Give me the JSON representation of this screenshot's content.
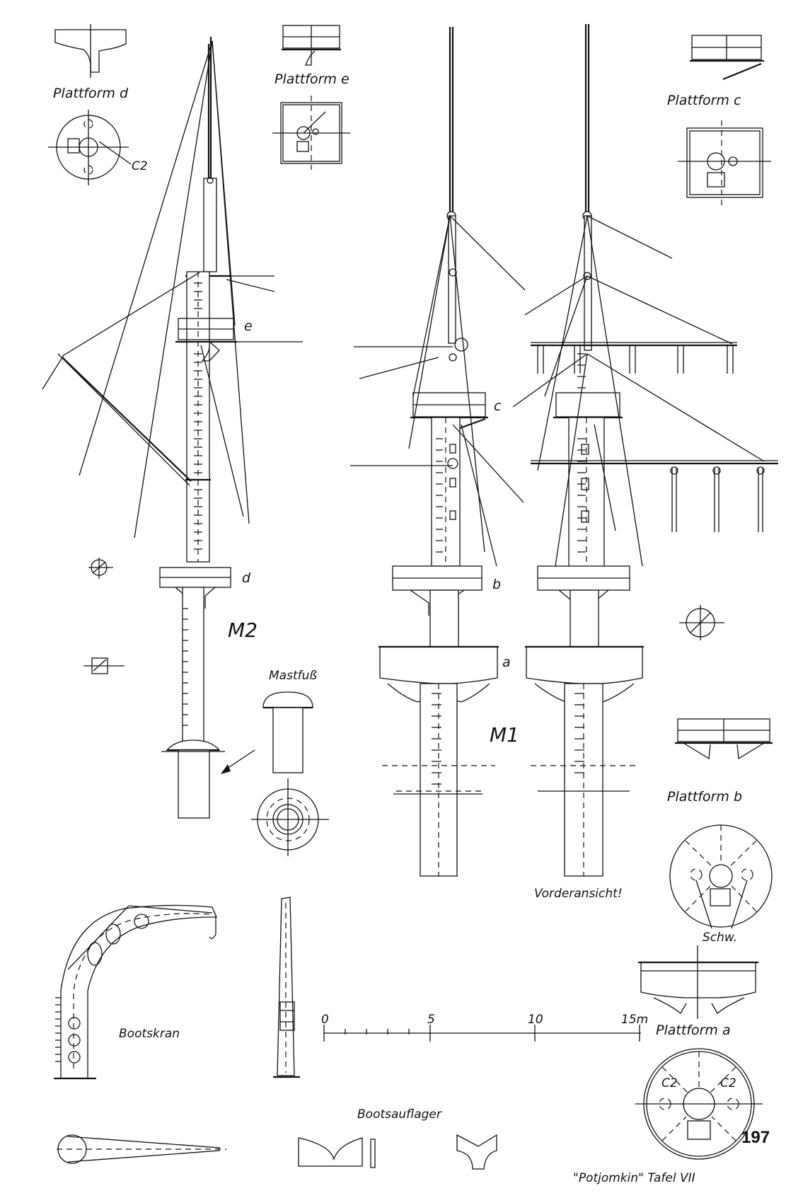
{
  "sheet": {
    "page_number": "197",
    "footer": "\"Potjomkin\"  Tafel VII"
  },
  "labels": {
    "platform_d": "Plattform d",
    "platform_e": "Plattform e",
    "platform_c": "Plattform c",
    "platform_b": "Plattform b",
    "platform_a": "Plattform a",
    "c2_d": "C2",
    "c2_a_left": "C2",
    "c2_a_right": "C2",
    "schw": "Schw.",
    "mast_m2": "M2",
    "mast_m1": "M1",
    "mastfuss": "Mastfuß",
    "vorderansicht": "Vorderansicht!",
    "bootskran": "Bootskran",
    "bootsauflager": "Bootsauflager",
    "level_e": "e",
    "level_d": "d",
    "level_c": "c",
    "level_b": "b",
    "level_a": "a"
  },
  "scale_bar": {
    "unit": "m",
    "ticks": [
      "0",
      "5",
      "10",
      "15m"
    ]
  }
}
